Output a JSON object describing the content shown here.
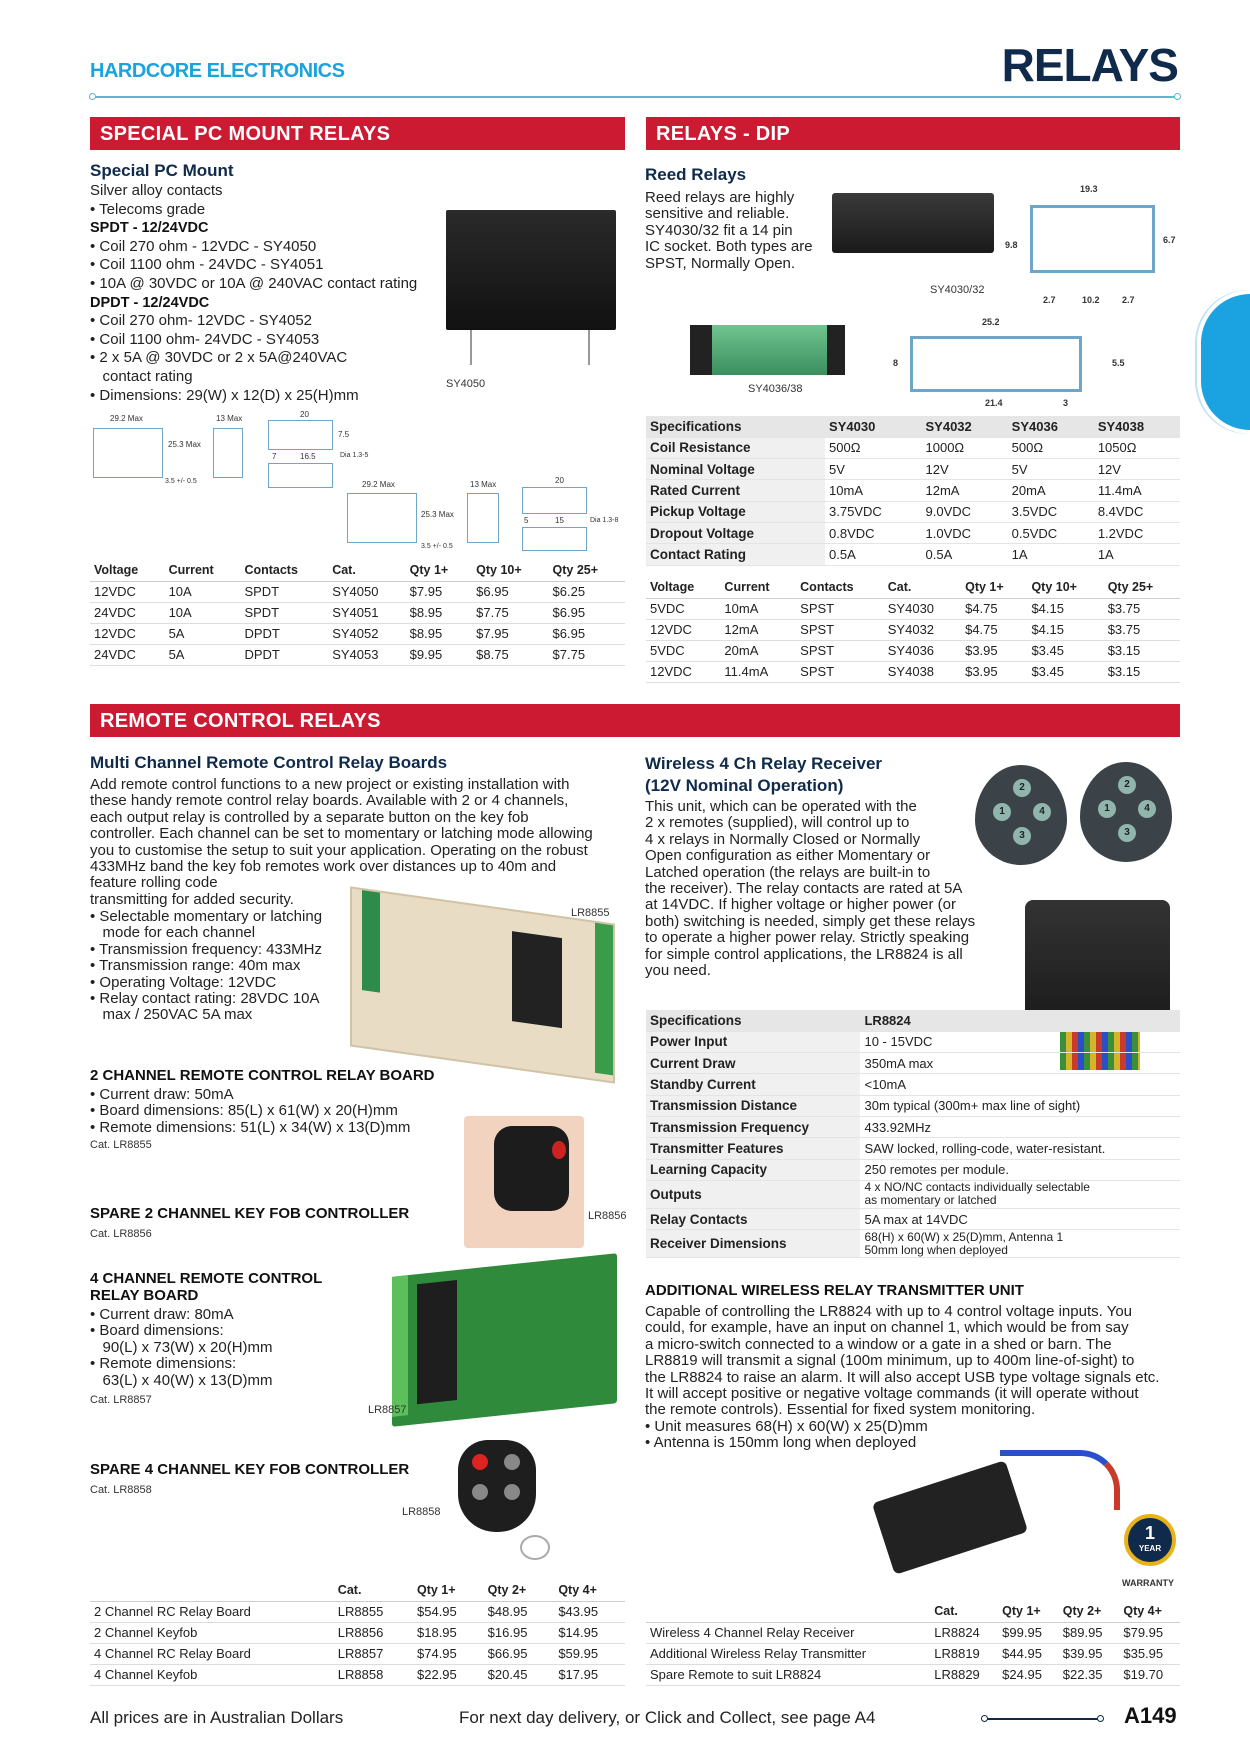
{
  "header": {
    "brand": "HARDCORE ELECTRONICS",
    "title": "RELAYS",
    "accent": "#1aa3dd",
    "section_color": "#cc1a33"
  },
  "pc_mount": {
    "bar": "SPECIAL PC MOUNT RELAYS",
    "title": "Special PC Mount",
    "lines": [
      "Silver alloy contacts",
      "• Telecoms grade"
    ],
    "spdt_head": "SPDT - 12/24VDC",
    "spdt_lines": [
      "• Coil 270 ohm - 12VDC - SY4050",
      "• Coil 1100 ohm - 24VDC - SY4051",
      "• 10A @ 30VDC or 10A @ 240VAC contact rating"
    ],
    "dpdt_head": "DPDT - 12/24VDC",
    "dpdt_lines": [
      "• Coil 270 ohm- 12VDC - SY4052",
      "• Coil 1100 ohm- 24VDC - SY4053",
      "• 2 x 5A @ 30VDC or 2 x 5A@240VAC",
      "   contact rating",
      "• Dimensions: 29(W) x 12(D) x 25(H)mm"
    ],
    "image_caption": "SY4050",
    "drawing_labels": {
      "w": "29.2 Max",
      "d": "13 Max",
      "h": "25.3 Max",
      "pin": "3.5 +/- 0.5",
      "p1": "20",
      "p2": "7.5",
      "p3": "7",
      "p4": "16.5",
      "dia1": "Dia 1.3-5",
      "p5": "5",
      "p6": "15",
      "dia2": "Dia 1.3-8"
    },
    "table": {
      "headers": [
        "Voltage",
        "Current",
        "Contacts",
        "Cat.",
        "Qty 1+",
        "Qty 10+",
        "Qty 25+"
      ],
      "rows": [
        [
          "12VDC",
          "10A",
          "SPDT",
          "SY4050",
          "$7.95",
          "$6.95",
          "$6.25"
        ],
        [
          "24VDC",
          "10A",
          "SPDT",
          "SY4051",
          "$8.95",
          "$7.75",
          "$6.95"
        ],
        [
          "12VDC",
          "5A",
          "DPDT",
          "SY4052",
          "$8.95",
          "$7.95",
          "$6.95"
        ],
        [
          "24VDC",
          "5A",
          "DPDT",
          "SY4053",
          "$9.95",
          "$8.75",
          "$7.75"
        ]
      ]
    }
  },
  "dip": {
    "bar": "RELAYS - DIP",
    "title": "Reed Relays",
    "lines": [
      "Reed relays are highly",
      "sensitive and reliable.",
      "SY4030/32 fit a 14 pin",
      "IC socket. Both types are",
      "SPST, Normally Open."
    ],
    "caption1": "SY4030/32",
    "caption2": "SY4036/38",
    "drawing1": {
      "w": "19.3",
      "h": "9.8",
      "h2": "6.7",
      "a": "2.7",
      "b": "10.2",
      "c": "2.7"
    },
    "drawing2": {
      "w": "25.2",
      "h": "8",
      "h2": "5.5",
      "a": "21.4",
      "b": "3"
    },
    "specs": {
      "headers": [
        "Specifications",
        "SY4030",
        "SY4032",
        "SY4036",
        "SY4038"
      ],
      "rows": [
        [
          "Coil Resistance",
          "500Ω",
          "1000Ω",
          "500Ω",
          "1050Ω"
        ],
        [
          "Nominal Voltage",
          "5V",
          "12V",
          "5V",
          "12V"
        ],
        [
          "Rated Current",
          "10mA",
          "12mA",
          "20mA",
          "11.4mA"
        ],
        [
          "Pickup Voltage",
          "3.75VDC",
          "9.0VDC",
          "3.5VDC",
          "8.4VDC"
        ],
        [
          "Dropout Voltage",
          "0.8VDC",
          "1.0VDC",
          "0.5VDC",
          "1.2VDC"
        ],
        [
          "Contact Rating",
          "0.5A",
          "0.5A",
          "1A",
          "1A"
        ]
      ]
    },
    "table": {
      "headers": [
        "Voltage",
        "Current",
        "Contacts",
        "Cat.",
        "Qty 1+",
        "Qty 10+",
        "Qty 25+"
      ],
      "rows": [
        [
          "5VDC",
          "10mA",
          "SPST",
          "SY4030",
          "$4.75",
          "$4.15",
          "$3.75"
        ],
        [
          "12VDC",
          "12mA",
          "SPST",
          "SY4032",
          "$4.75",
          "$4.15",
          "$3.75"
        ],
        [
          "5VDC",
          "20mA",
          "SPST",
          "SY4036",
          "$3.95",
          "$3.45",
          "$3.15"
        ],
        [
          "12VDC",
          "11.4mA",
          "SPST",
          "SY4038",
          "$3.95",
          "$3.45",
          "$3.15"
        ]
      ]
    }
  },
  "remote": {
    "bar": "REMOTE CONTROL RELAYS",
    "title": "Multi Channel Remote Control Relay Boards",
    "lines": [
      "Add remote control functions to a new project or existing installation with",
      "these handy remote control relay boards. Available with 2 or 4 channels,",
      "each output relay is controlled by a separate button on the key fob",
      "controller. Each channel can be set to momentary or latching mode allowing",
      "you to customise the setup to suit your application. Operating on the robust",
      "433MHz band the key fob remotes work over distances up to 40m and",
      "feature rolling code",
      "transmitting for added security."
    ],
    "bullets": [
      "• Selectable momentary or latching",
      "   mode for each channel",
      "• Transmission frequency: 433MHz",
      "• Transmission range: 40m max",
      "• Operating Voltage: 12VDC",
      "• Relay contact rating: 28VDC 10A",
      "   max / 250VAC 5A max"
    ],
    "cap_lr8855": "LR8855",
    "cap_lr8856": "LR8856",
    "cap_lr8857": "LR8857",
    "cap_lr8858": "LR8858",
    "ch2": {
      "head": "2 CHANNEL REMOTE CONTROL RELAY BOARD",
      "lines": [
        "• Current draw: 50mA",
        "• Board dimensions: 85(L) x 61(W) x 20(H)mm",
        "• Remote dimensions: 51(L) x 34(W) x 13(D)mm"
      ],
      "cat": "Cat. LR8855"
    },
    "fob2": {
      "head": "SPARE 2 CHANNEL KEY FOB CONTROLLER",
      "cat": "Cat. LR8856"
    },
    "ch4": {
      "head_lines": [
        "4 CHANNEL REMOTE CONTROL",
        "RELAY BOARD"
      ],
      "lines": [
        "• Current draw: 80mA",
        "• Board dimensions:",
        "   90(L) x 73(W) x 20(H)mm",
        "• Remote dimensions:",
        "   63(L) x 40(W) x 13(D)mm"
      ],
      "cat": "Cat. LR8857"
    },
    "fob4": {
      "head": "SPARE 4 CHANNEL KEY FOB CONTROLLER",
      "cat": "Cat. LR8858"
    },
    "table": {
      "headers": [
        "",
        "Cat.",
        "Qty 1+",
        "Qty 2+",
        "Qty 4+"
      ],
      "rows": [
        [
          "2 Channel RC Relay Board",
          "LR8855",
          "$54.95",
          "$48.95",
          "$43.95"
        ],
        [
          "2 Channel Keyfob",
          "LR8856",
          "$18.95",
          "$16.95",
          "$14.95"
        ],
        [
          "4 Channel RC Relay Board",
          "LR8857",
          "$74.95",
          "$66.95",
          "$59.95"
        ],
        [
          "4 Channel Keyfob",
          "LR8858",
          "$22.95",
          "$20.45",
          "$17.95"
        ]
      ]
    }
  },
  "wireless": {
    "title_lines": [
      "Wireless 4 Ch Relay Receiver",
      "(12V Nominal Operation)"
    ],
    "lines": [
      "This unit, which can be operated with the",
      "2 x remotes (supplied), will control up to",
      "4 x relays in Normally Closed or Normally",
      "Open configuration as either Momentary or",
      "Latched operation (the relays are built-in to",
      "the receiver). The relay contacts are rated at 5A",
      "at 14VDC. If higher voltage or higher power (or",
      "both) switching is needed, simply get these relays",
      "to operate a higher power relay. Strictly speaking",
      "for simple control applications, the LR8824 is all",
      "you need."
    ],
    "remote_buttons": [
      "1",
      "2",
      "3",
      "4"
    ],
    "specs": {
      "headers": [
        "Specifications",
        "LR8824"
      ],
      "rows": [
        [
          "Power Input",
          "10 - 15VDC"
        ],
        [
          "Current Draw",
          "350mA max"
        ],
        [
          "Standby Current",
          "<10mA"
        ],
        [
          "Transmission Distance",
          "30m typical (300m+ max line of sight)"
        ],
        [
          "Transmission Frequency",
          "433.92MHz"
        ],
        [
          "Transmitter Features",
          "SAW locked, rolling-code, water-resistant."
        ],
        [
          "Learning Capacity",
          "250 remotes per module."
        ],
        [
          "Outputs",
          "4 x NO/NC contacts individually selectable\nas momentary or latched"
        ],
        [
          "Relay Contacts",
          "5A max at 14VDC"
        ],
        [
          "Receiver Dimensions",
          "68(H) x 60(W) x 25(D)mm, Antenna 1\n50mm long when deployed"
        ]
      ]
    },
    "add_head": "ADDITIONAL WIRELESS RELAY TRANSMITTER UNIT",
    "add_lines": [
      "Capable of controlling the LR8824 with up to 4 control voltage inputs. You",
      "could, for example, have an input on channel 1, which would be from say",
      "a micro-switch connected to a window or a gate in a shed or barn. The",
      "LR8819 will transmit a signal (100m minimum, up to 400m line-of-sight) to",
      "the LR8824 to raise an alarm. It will also accept USB type voltage signals etc.",
      "It will accept positive or negative voltage commands (it will operate without",
      "the remote controls). Essential for fixed system monitoring.",
      "• Unit measures 68(H) x 60(W) x 25(D)mm",
      "• Antenna is 150mm long when deployed"
    ],
    "warranty": {
      "num": "1",
      "unit": "YEAR",
      "label": "WARRANTY"
    },
    "table": {
      "headers": [
        "",
        "Cat.",
        "Qty 1+",
        "Qty 2+",
        "Qty 4+"
      ],
      "rows": [
        [
          "Wireless 4 Channel Relay Receiver",
          "LR8824",
          "$99.95",
          "$89.95",
          "$79.95"
        ],
        [
          "Additional Wireless Relay Transmitter",
          "LR8819",
          "$44.95",
          "$39.95",
          "$35.95"
        ],
        [
          "Spare Remote to suit LR8824",
          "LR8829",
          "$24.95",
          "$22.35",
          "$19.70"
        ]
      ]
    }
  },
  "footer": {
    "currency_note": "All prices are in Australian Dollars",
    "delivery_note": "For next day delivery, or Click and Collect, see page A4",
    "page": "A149"
  }
}
